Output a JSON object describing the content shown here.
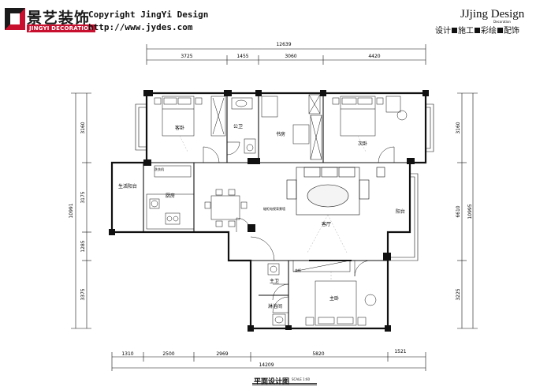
{
  "header": {
    "brand_cn": "景艺装饰",
    "brand_en": "JINGYI DECORATION",
    "copyright": "Copyright JingYi Design",
    "website": "http://www.jydes.com",
    "right_brand": "JJjing Design",
    "right_sub": "Decoration",
    "services": [
      "设计",
      "施工",
      "彩绘",
      "配饰"
    ]
  },
  "dimensions": {
    "top_total": "12639",
    "top_segments": [
      "3725",
      "1455",
      "3060",
      "4420"
    ],
    "bottom_total": "14209",
    "bottom_segments": [
      "1310",
      "2500",
      "2969",
      "5820",
      "1521"
    ],
    "left_total": "10991",
    "left_segments": [
      "3160",
      "3175",
      "1285",
      "3375"
    ],
    "right_inner": [
      "3160",
      "6610",
      "3225"
    ],
    "right_total": "10995"
  },
  "rooms": {
    "guest_bedroom": "客卧",
    "public_bath": "公卫",
    "study": "书房",
    "second_bedroom": "次卧",
    "living_balcony": "生活阳台",
    "laundry": "洗衣机",
    "kitchen": "厨房",
    "tv_cabinet": "碰柜电视背景墙",
    "living_room": "客厅",
    "balcony": "阳台",
    "master_bath": "主卫",
    "shower": "淋浴间",
    "master_bedroom": "主卧",
    "wardrobe_small": "衣柜"
  },
  "footer": {
    "title": "平面设计图",
    "scale": "SCALE 1:60"
  }
}
